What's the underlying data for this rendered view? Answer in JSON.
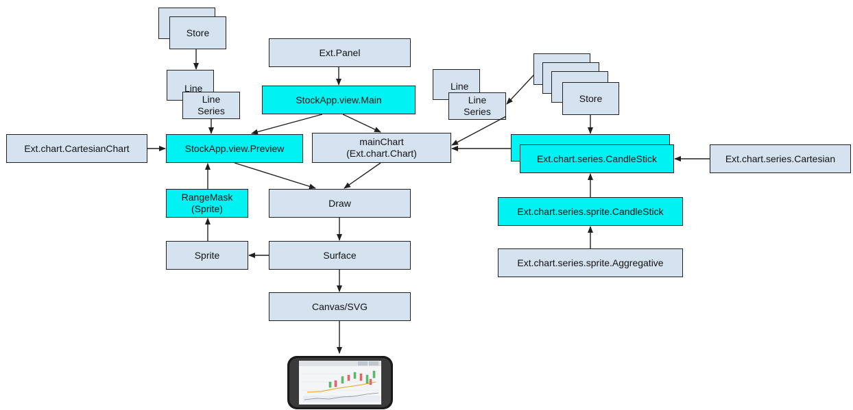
{
  "colors": {
    "box_fill": "#d5e3f1",
    "highlight_fill": "#00f2f3",
    "line": "#1f1f1f"
  },
  "nodes": {
    "store_left": "Store",
    "line_left": "Line",
    "line_series_left": "Line\nSeries",
    "cartesian_chart": "Ext.chart.CartesianChart",
    "preview": "StockApp.view.Preview",
    "range_mask": "RangeMask\n(Sprite)",
    "sprite": "Sprite",
    "ext_panel": "Ext.Panel",
    "main": "StockApp.view.Main",
    "main_chart": "mainChart\n(Ext.chart.Chart)",
    "draw": "Draw",
    "surface": "Surface",
    "canvas_svg": "Canvas/SVG",
    "line_right": "Line",
    "line_series_right": "Line\nSeries",
    "store_right": "Store",
    "candlestick_series": "Ext.chart.series.CandleStick",
    "cartesian_series": "Ext.chart.series.Cartesian",
    "candlestick_sprite": "Ext.chart.series.sprite.CandleStick",
    "aggregative_sprite": "Ext.chart.series.sprite.Aggregative"
  },
  "device": {
    "icon": "smartphone-chart-icon"
  }
}
